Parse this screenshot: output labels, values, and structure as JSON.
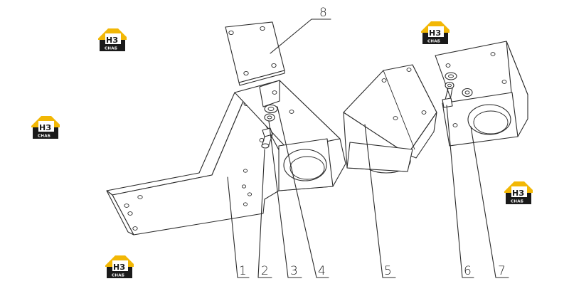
{
  "callouts": [
    {
      "label": "1"
    },
    {
      "label": "2"
    },
    {
      "label": "3"
    },
    {
      "label": "4"
    },
    {
      "label": "5"
    },
    {
      "label": "6"
    },
    {
      "label": "7"
    },
    {
      "label": "8"
    }
  ],
  "watermark": {
    "mark": "НЗ",
    "sub": "СНАБ",
    "accent_color": "#f2b705",
    "dark_color": "#1a1a1a"
  }
}
